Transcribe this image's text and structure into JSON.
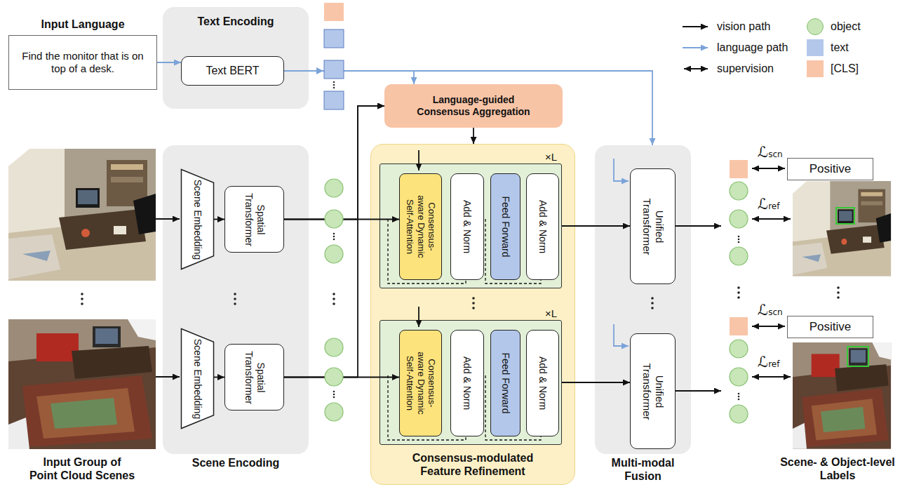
{
  "diagram": {
    "nodes": [
      {
        "text": [
          "Input Language",
          "Find the monitor that is on top of a desk."
        ]
      },
      {
        "text": [
          "Text Encoding"
        ]
      },
      {
        "text": [
          "Text BERT"
        ],
        "in": 1
      },
      {
        "text": [
          "Language-guided Consensus Aggregation"
        ]
      },
      {
        "text": [
          "Scene Encoding"
        ]
      },
      {
        "text": [
          "Scene Embedding"
        ],
        "in": 4
      },
      {
        "text": [
          "Spatial Transformer"
        ],
        "in": 4
      },
      {
        "text": [
          "Scene Embedding"
        ],
        "in": 4
      },
      {
        "text": [
          "Spatial Transformer"
        ],
        "in": 4
      },
      {
        "text": [
          "Consensus-modulated Feature Refinement"
        ]
      },
      {
        "text": [
          "×L"
        ],
        "in": 9
      },
      {
        "text": [
          "Consensus-aware Dynamic Self-Attention"
        ],
        "in": 10
      },
      {
        "text": [
          "Add & Norm"
        ],
        "in": 10
      },
      {
        "text": [
          "Feed Forward"
        ],
        "in": 10
      },
      {
        "text": [
          "Add & Norm"
        ],
        "in": 10
      },
      {
        "text": [
          "×L"
        ],
        "in": 9
      },
      {
        "text": [
          "Consensus-aware Dynamic Self-Attention"
        ],
        "in": 15
      },
      {
        "text": [
          "Add & Norm"
        ],
        "in": 15
      },
      {
        "text": [
          "Feed Forward"
        ],
        "in": 15
      },
      {
        "text": [
          "Add & Norm"
        ],
        "in": 15
      },
      {
        "text": [
          "Multi-modal Fusion"
        ]
      },
      {
        "text": [
          "Unified Transformer"
        ],
        "in": 20
      },
      {
        "text": [
          "Unified Transformer"
        ],
        "in": 20
      },
      {
        "text": [
          "Positive"
        ]
      },
      {
        "text": [
          "Positive"
        ]
      }
    ],
    "edges": [
      {
        "from": 0,
        "to": 2,
        "arrow": "to"
      },
      {
        "from": 2,
        "to": 3,
        "arrow": "to"
      },
      {
        "from": 2,
        "to": 20,
        "arrow": "to"
      },
      {
        "from": 5,
        "to": 6,
        "arrow": "to"
      },
      {
        "from": 7,
        "to": 8,
        "arrow": "to"
      },
      {
        "from": 6,
        "to": 11,
        "arrow": "to"
      },
      {
        "from": 8,
        "to": 16,
        "arrow": "to"
      },
      {
        "from": 6,
        "to": 3,
        "arrow": "to"
      },
      {
        "from": 8,
        "to": 3,
        "arrow": "to"
      },
      {
        "from": 3,
        "to": 9,
        "arrow": "to"
      },
      {
        "from": 10,
        "to": 21,
        "arrow": "to"
      },
      {
        "from": 15,
        "to": 22,
        "arrow": "to"
      }
    ],
    "labels": [
      "Input Group of Point Cloud Scenes",
      "ℒscn",
      "ℒref",
      "ℒscn",
      "ℒref",
      "Scene- & Object-level Labels"
    ],
    "legend": [
      {
        "text": "vision path"
      },
      {
        "text": "language path"
      },
      {
        "text": "supervision"
      },
      {
        "text": "object",
        "color": "#c8e6b8"
      },
      {
        "text": "text",
        "color": "#b3c7ea"
      },
      {
        "text": "[CLS]",
        "color": "#f9c5a8"
      }
    ]
  }
}
